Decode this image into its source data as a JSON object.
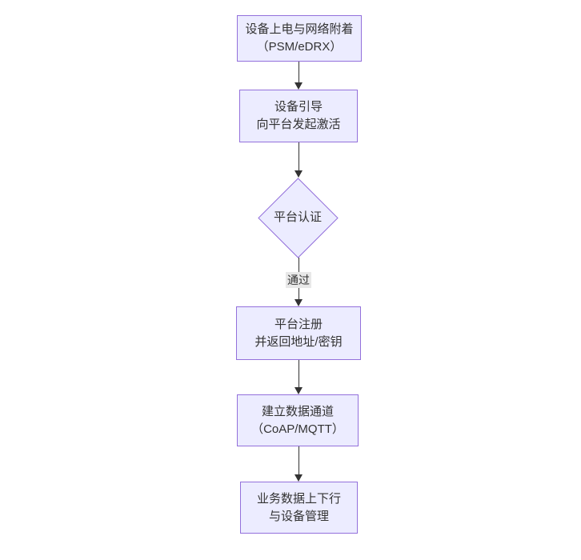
{
  "theme": {
    "node_fill": "#ECECFF",
    "node_border": "#9370DB",
    "text_color": "#333333",
    "edge_color": "#333333",
    "edge_label_bg": "#e8e8e8",
    "page_bg": "#ffffff"
  },
  "flowchart": {
    "nodes": [
      {
        "shape": "rect",
        "line1": "设备上电与网络附着",
        "line2": "（PSM/eDRX）"
      },
      {
        "shape": "rect",
        "line1": "设备引导",
        "line2": "向平台发起激活"
      },
      {
        "shape": "diamond",
        "line1": "平台认证",
        "line2": ""
      },
      {
        "shape": "rect",
        "line1": "平台注册",
        "line2": "并返回地址/密钥"
      },
      {
        "shape": "rect",
        "line1": "建立数据通道",
        "line2": "（CoAP/MQTT）"
      },
      {
        "shape": "rect",
        "line1": "业务数据上下行",
        "line2": "与设备管理"
      }
    ],
    "edges": [
      {
        "label": ""
      },
      {
        "label": ""
      },
      {
        "label": "通过"
      },
      {
        "label": ""
      },
      {
        "label": ""
      }
    ]
  }
}
